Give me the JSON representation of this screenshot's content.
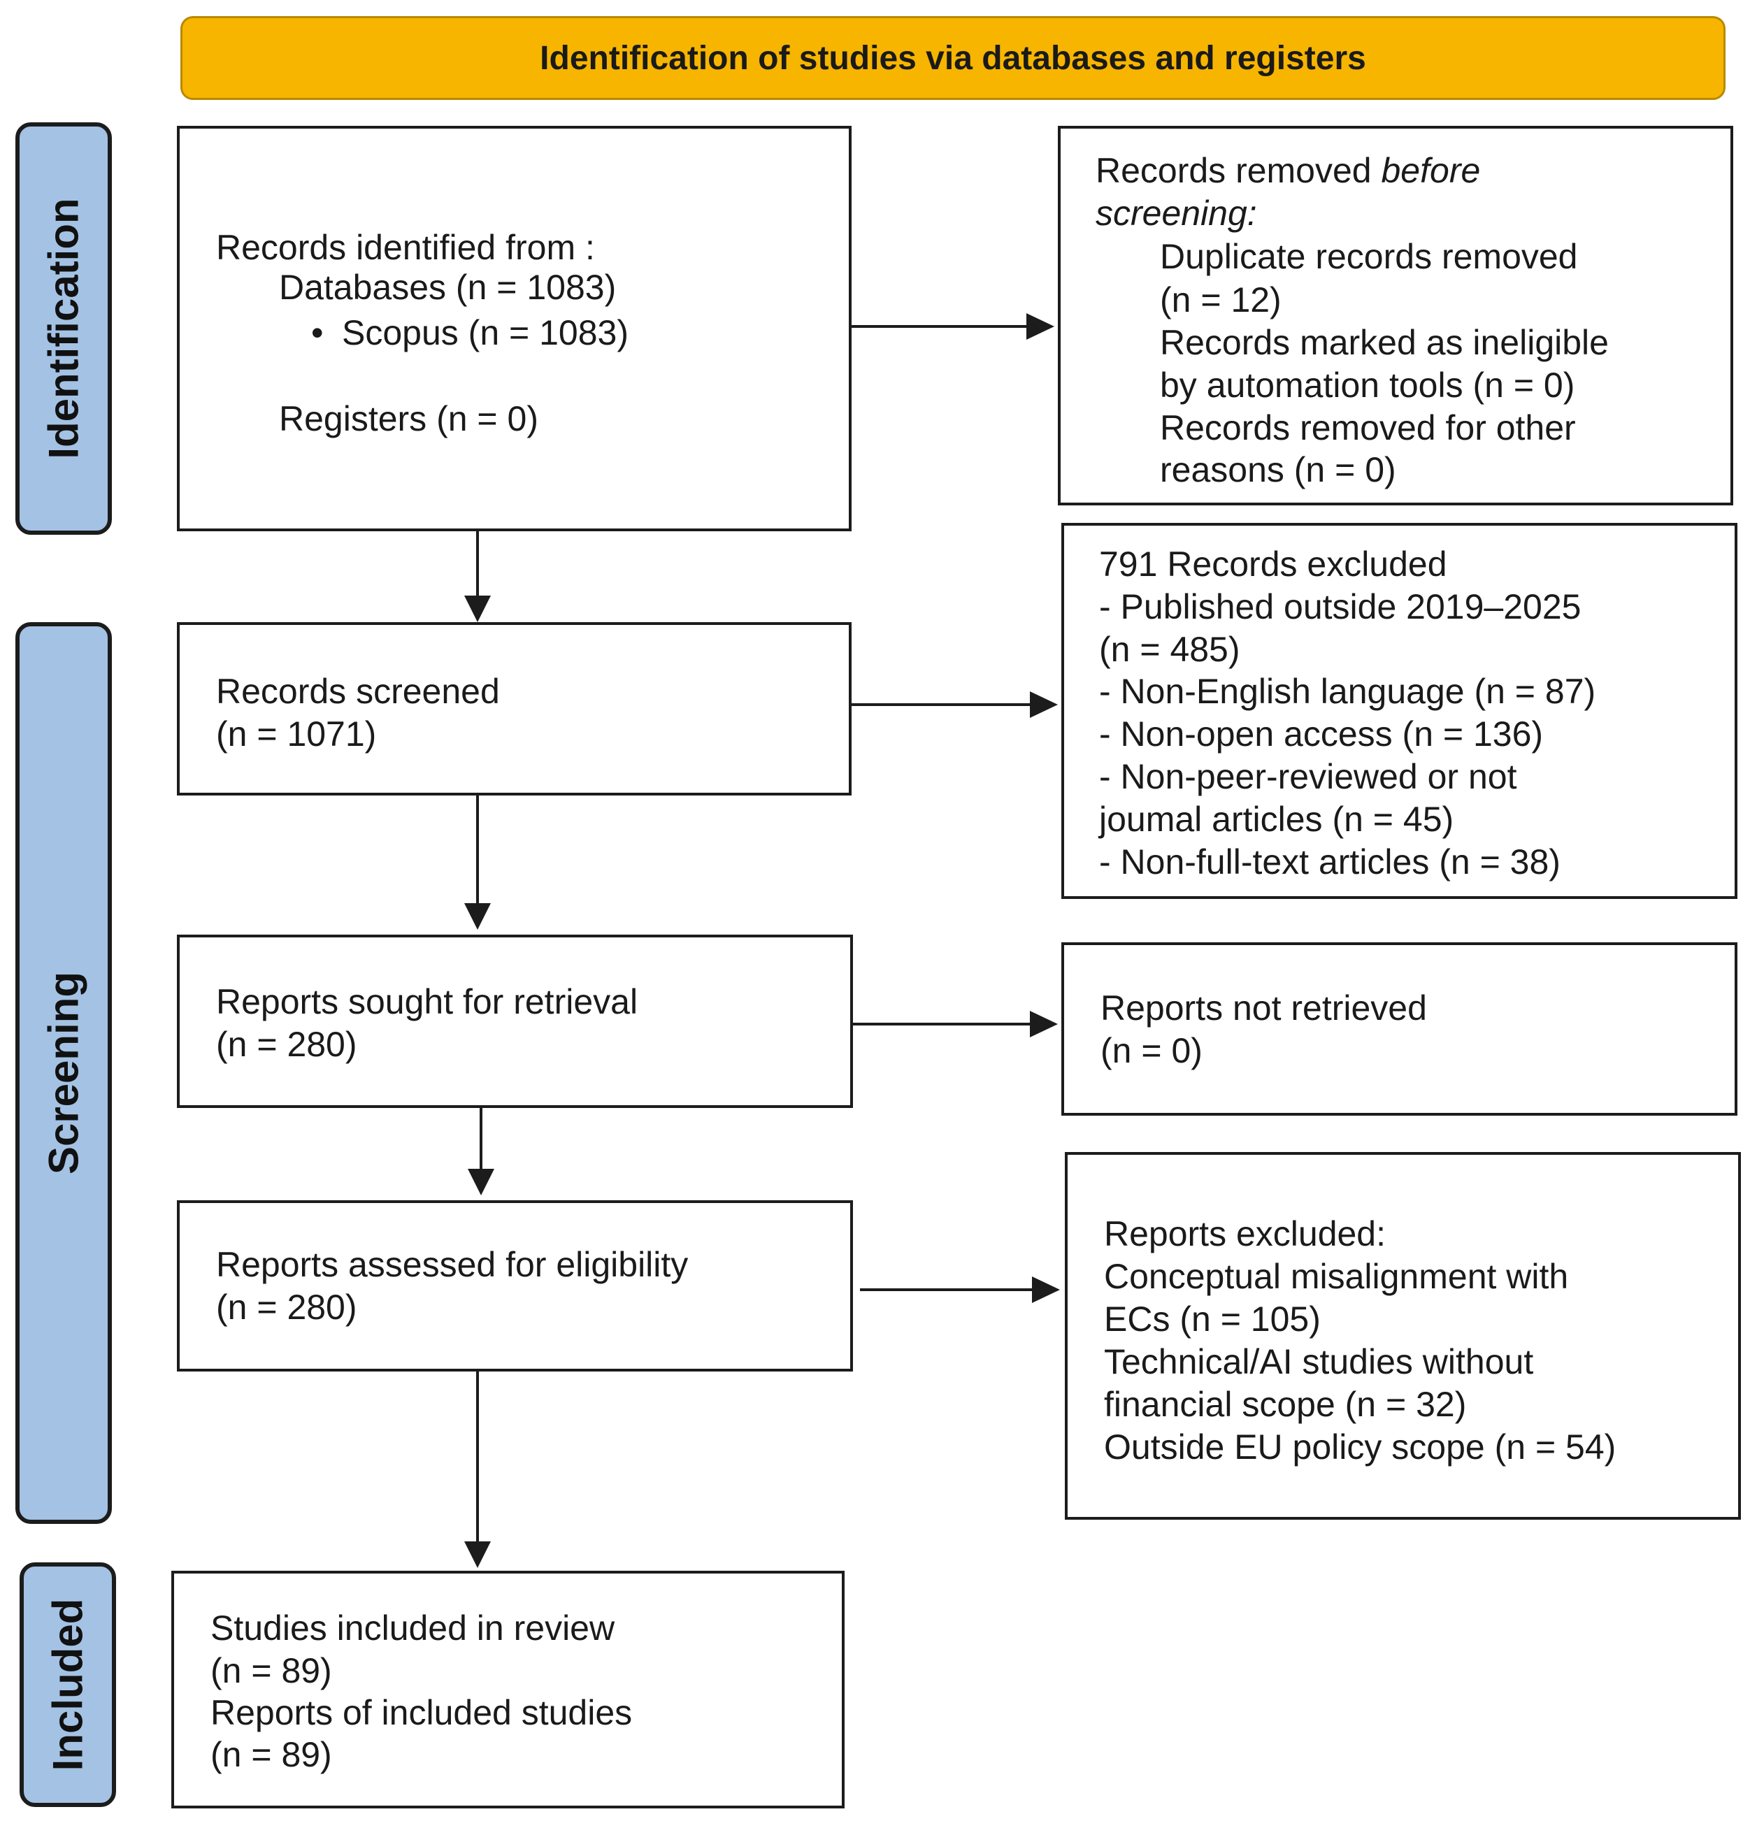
{
  "header": {
    "title": "Identification of studies via databases and registers"
  },
  "phases": {
    "identification": "Identification",
    "screening": "Screening",
    "included": "Included"
  },
  "identified": {
    "line1": "Records identified from :",
    "line2": "Databases (n = 1083)",
    "bullet": "•",
    "line3": "Scopus (n = 1083)",
    "line4": "Registers (n = 0)"
  },
  "removed_before": {
    "heading_prefix": "Records removed ",
    "heading_italic_1": "before",
    "heading_italic_2": "screening:",
    "item1_a": "Duplicate records removed",
    "item1_b": "(n = 12)",
    "item2_a": "Records marked as ineligible",
    "item2_b": "by automation tools (n = 0)",
    "item3_a": "Records removed for other",
    "item3_b": "reasons (n = 0)"
  },
  "screened": {
    "line1": "Records screened",
    "line2": "(n = 1071)"
  },
  "excluded": {
    "line1": "791 Records excluded",
    "line2": "- Published outside 2019–2025",
    "line3": "(n = 485)",
    "line4": "- Non-English language (n = 87)",
    "line5": "- Non-open access (n = 136)",
    "line6": "- Non-peer-reviewed or not",
    "line7": "joumal articles (n = 45)",
    "line8": "- Non-full-text articles (n = 38)"
  },
  "sought": {
    "line1": "Reports sought for retrieval",
    "line2": "(n = 280)"
  },
  "not_retrieved": {
    "line1": "Reports not retrieved",
    "line2": "(n = 0)"
  },
  "assessed": {
    "line1": "Reports assessed for eligibility",
    "line2": "(n = 280)"
  },
  "reports_excluded": {
    "line1": "Reports excluded:",
    "line2": "Conceptual misalignment with",
    "line3": "ECs (n = 105)",
    "line4": "Technical/AI studies without",
    "line5": "financial scope (n = 32)",
    "line6": "Outside EU policy scope (n = 54)"
  },
  "included_box": {
    "line1": "Studies included in review",
    "line2": "(n = 89)",
    "line3": "Reports of included studies",
    "line4": "(n = 89)"
  },
  "colors": {
    "banner": "#f7b500",
    "phase": "#a4c2e4",
    "stroke": "#1c1c1c"
  }
}
